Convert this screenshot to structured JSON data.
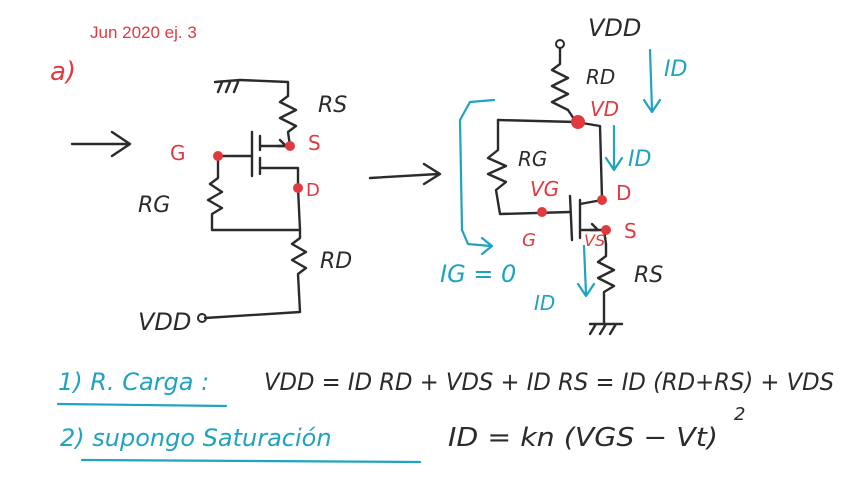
{
  "header": {
    "title": "Jun 2020 ej. 3",
    "part": "a)"
  },
  "left_circuit": {
    "gate": "G",
    "source": "S",
    "drain": "D",
    "rg": "RG",
    "rs": "RS",
    "rd": "RD",
    "vdd": "VDD"
  },
  "right_circuit": {
    "vdd": "VDD",
    "rd": "RD",
    "vd": "VD",
    "rg": "RG",
    "vg": "VG",
    "drain": "D",
    "gate": "G",
    "vs": "VS",
    "source": "S",
    "rs": "RS",
    "id_top": "ID",
    "id_mid": "ID",
    "id_bottom": "ID",
    "ig": "IG = 0"
  },
  "equations": {
    "eq1_label": "1) R. Carga :",
    "eq1": "VDD = ID RD + VDS + ID RS = ID (RD+RS) + VDS",
    "eq2_label": "2) supongo Saturación",
    "eq2": "ID = kn (VGS − Vt)",
    "eq2_exp": "2"
  },
  "colors": {
    "ink": "#2b2b2b",
    "red": "#e0393e",
    "blue": "#1fa3bf"
  }
}
